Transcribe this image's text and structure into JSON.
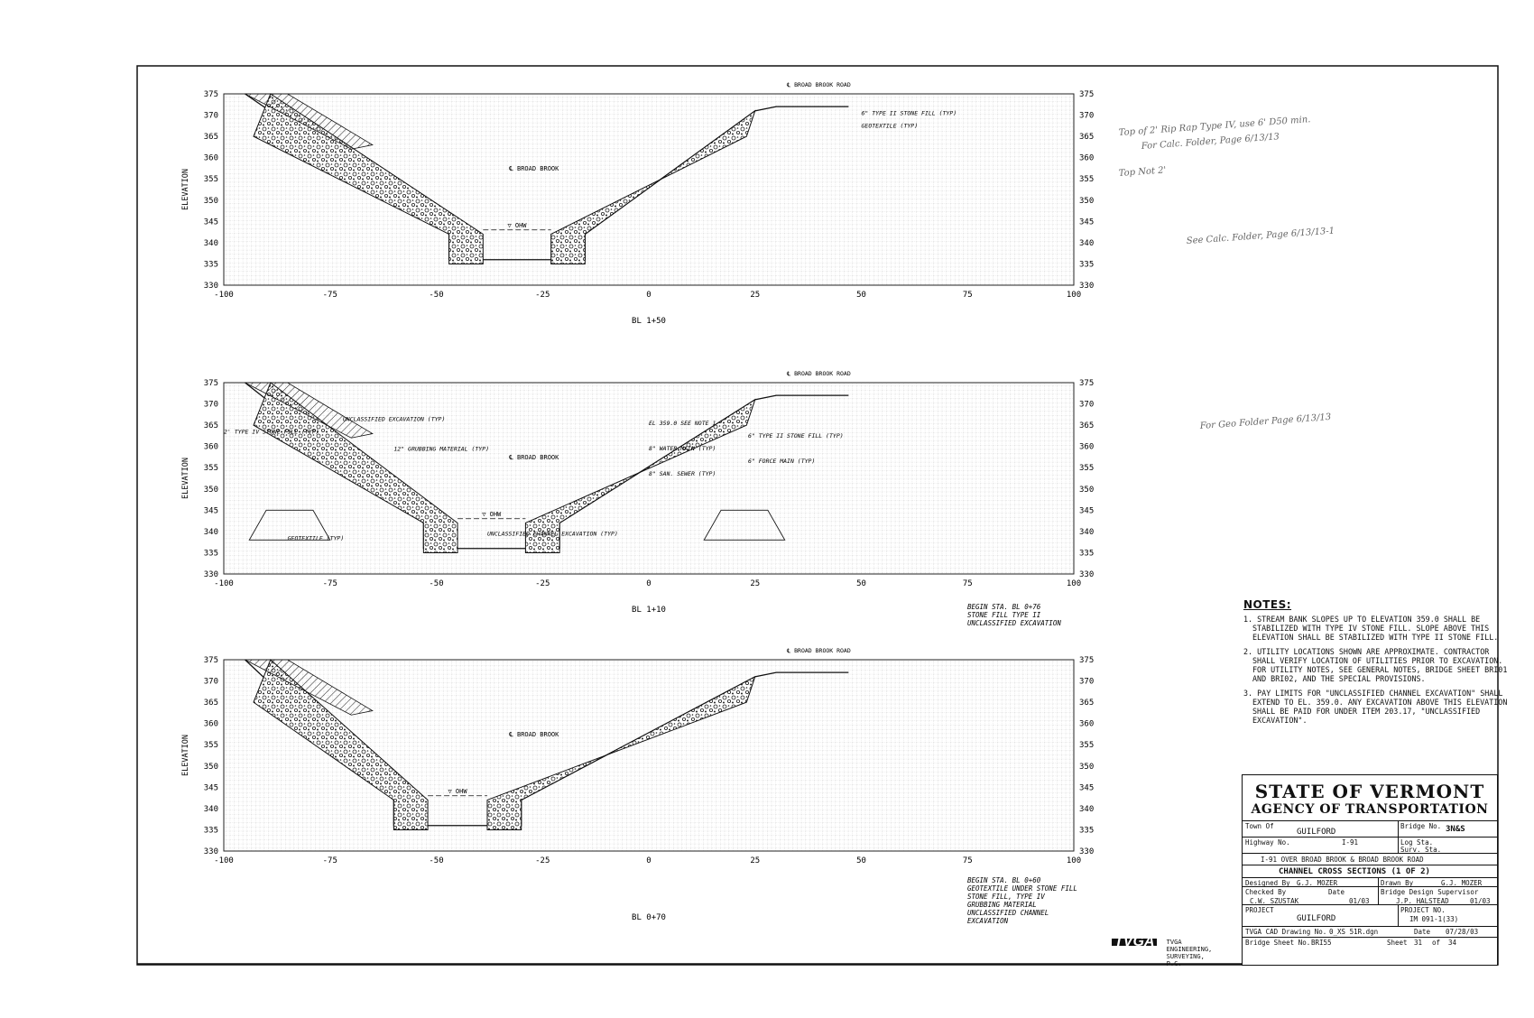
{
  "sections": [
    {
      "id": "s1",
      "name": "BL 1+50",
      "left_labels": [],
      "right_labels": [
        "6\" TYPE II STONE FILL (TYP)",
        "GEOTEXTILE (TYP)"
      ],
      "road": "℄ BROAD BROOK ROAD",
      "center": "℄ BROAD BROOK",
      "water": "▽ OHW"
    },
    {
      "id": "s2",
      "name": "BL 1+10",
      "left_labels": [
        "2' TYPE IV STONE FILL (TYP)",
        "UNCLASSIFIED EXCAVATION (TYP)",
        "12\" GRUBBING MATERIAL (TYP)",
        "GEOTEXTILE (TYP)",
        "UNCLASSIFIED CHANNEL EXCAVATION (TYP)"
      ],
      "right_labels": [
        "EL 359.0 SEE NOTE 1",
        "6\" TYPE II STONE FILL (TYP)",
        "8\" WATER MAIN (TYP)",
        "6\" FORCE MAIN (TYP)",
        "8\" SAN. SEWER (TYP)"
      ],
      "road": "℄ BROAD BROOK ROAD",
      "center": "℄ BROAD BROOK",
      "water": "▽ OHW"
    },
    {
      "id": "s3",
      "name": "BL 0+70",
      "left_labels": [],
      "right_labels": [],
      "road": "℄ BROAD BROOK ROAD",
      "center": "℄ BROAD BROOK",
      "water": "▽ OHW"
    }
  ],
  "y_ticks": [
    "375",
    "370",
    "365",
    "360",
    "355",
    "350",
    "345",
    "340",
    "335",
    "330"
  ],
  "x_ticks": [
    "-100",
    "-75",
    "-50",
    "-25",
    "0",
    "25",
    "50",
    "75",
    "100"
  ],
  "y_axis_label": "ELEVATION",
  "begin_notes": [
    "BEGIN STA. BL 0+76 STONE FILL TYPE II UNCLASSIFIED EXCAVATION",
    "BEGIN STA. BL 0+60 GEOTEXTILE UNDER STONE FILL STONE FILL, TYPE IV GRUBBING MATERIAL UNCLASSIFIED CHANNEL EXCAVATION"
  ],
  "notes": {
    "title": "NOTES:",
    "items": [
      "1. STREAM BANK SLOPES UP TO ELEVATION 359.0 SHALL BE STABILIZED WITH TYPE IV STONE FILL. SLOPE ABOVE THIS ELEVATION SHALL BE STABILIZED WITH TYPE II STONE FILL.",
      "2. UTILITY LOCATIONS SHOWN ARE APPROXIMATE. CONTRACTOR SHALL VERIFY LOCATION OF UTILITIES PRIOR TO EXCAVATION. FOR UTILITY NOTES, SEE GENERAL NOTES, BRIDGE SHEET BRI01 AND BRI02, AND THE SPECIAL PROVISIONS.",
      "3. PAY LIMITS FOR \"UNCLASSIFIED CHANNEL EXCAVATION\" SHALL EXTEND TO EL. 359.0. ANY EXCAVATION ABOVE THIS ELEVATION SHALL BE PAID FOR UNDER ITEM 203.17, \"UNCLASSIFIED EXCAVATION\"."
    ]
  },
  "title_block": {
    "state": "STATE OF VERMONT",
    "agency": "AGENCY OF TRANSPORTATION",
    "town_label": "Town Of",
    "town": "GUILFORD",
    "bridge_no_label": "Bridge No.",
    "bridge_no": "3N&S",
    "highway_label": "Highway No.",
    "highway": "I-91",
    "log_sta": "Log Sta.",
    "surv_sta": "Surv. Sta.",
    "location": "I-91 OVER BROAD BROOK & BROAD BROOK ROAD",
    "sheet_title": "CHANNEL CROSS SECTIONS (1 OF 2)",
    "designed_label": "Designed By",
    "designed_by": "G.J. MOZER",
    "drawn_label": "Drawn By",
    "drawn_by": "G.J. MOZER",
    "checked_label": "Checked By",
    "checked_by": "C.W. SZUSTAK",
    "date_label": "Date",
    "checked_date": "01/03",
    "supervisor_label": "Bridge Design Supervisor",
    "supervisor": "J.P. HALSTEAD",
    "supervisor_date": "01/03",
    "project_label": "PROJECT",
    "project": "GUILFORD",
    "project_no_label": "PROJECT NO.",
    "project_no": "IM 091-1(33)",
    "cad_label": "TVGA CAD Drawing No.",
    "cad": "0_XS 51R.dgn",
    "cad_date_label": "Date",
    "cad_date": "07/28/03",
    "bridge_sheet_label": "Bridge Sheet No.",
    "bridge_sheet": "BRI55",
    "sheet_label": "Sheet",
    "sheet_no": "31",
    "of_label": "of",
    "sheet_total": "34"
  },
  "firm": {
    "logo": "TVGA",
    "name": "TVGA ENGINEERING, SURVEYING, P.C."
  },
  "handwritten": [
    "Top of 2' Rip Rap Type IV, use 6' D50 min.",
    "For Calc. Folder, Page 6/13/13",
    "Top Not 2'",
    "See Calc. Folder, Page 6/13/13-1",
    "For Geo Folder Page 6/13/13"
  ]
}
